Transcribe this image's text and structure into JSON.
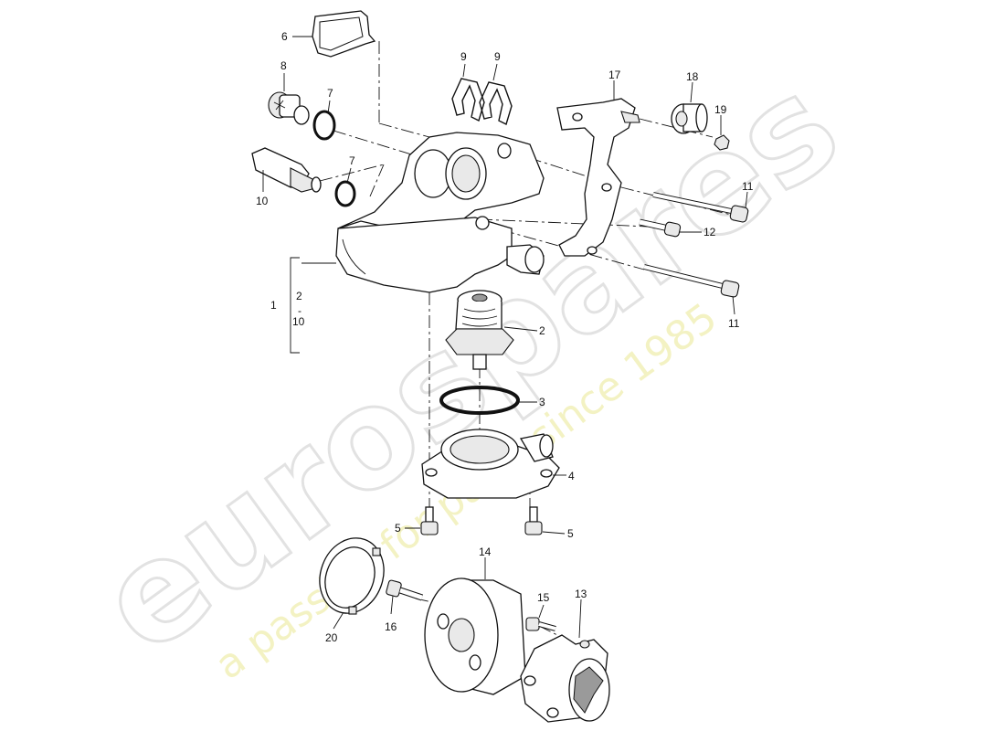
{
  "watermark": {
    "brand": "eurospares",
    "tagline": "a passion for parts since 1985"
  },
  "callouts": {
    "c1": "1",
    "c1_range_from": "2",
    "c1_range_dash": "-",
    "c1_range_to": "10",
    "c2": "2",
    "c3": "3",
    "c4": "4",
    "c5a": "5",
    "c5b": "5",
    "c6": "6",
    "c7a": "7",
    "c7b": "7",
    "c8": "8",
    "c9a": "9",
    "c9b": "9",
    "c10": "10",
    "c11a": "11",
    "c11b": "11",
    "c12": "12",
    "c13": "13",
    "c14": "14",
    "c15": "15",
    "c16": "16",
    "c17": "17",
    "c18": "18",
    "c19": "19",
    "c20": "20"
  }
}
